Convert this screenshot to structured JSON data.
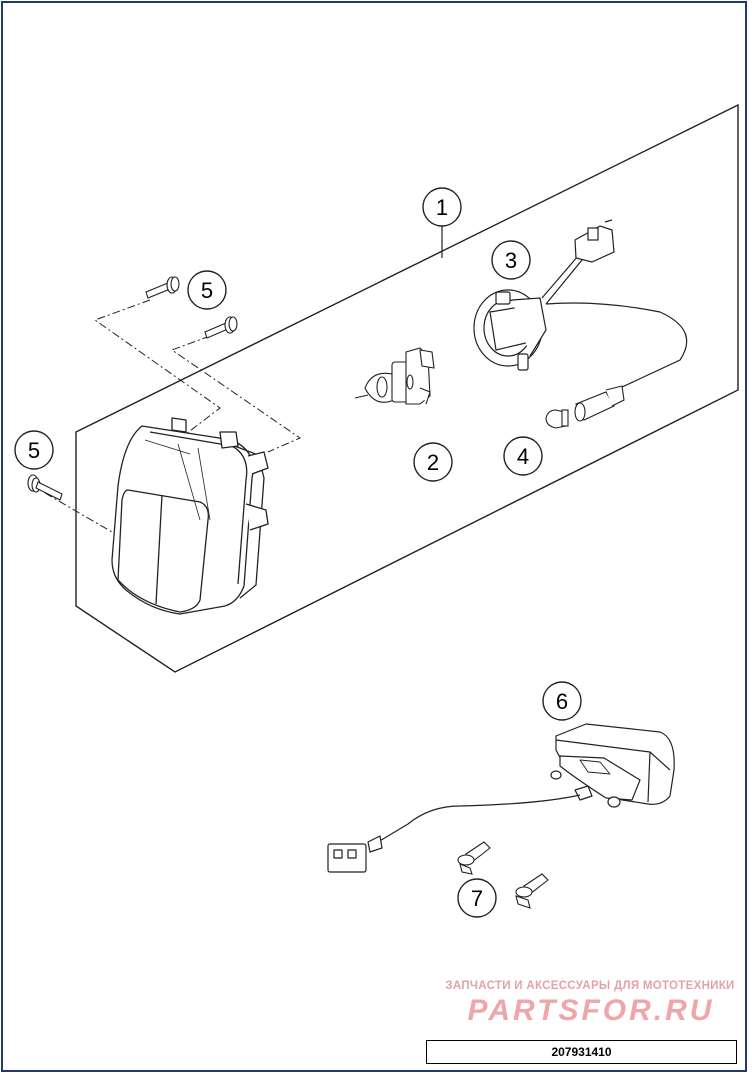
{
  "callouts": [
    {
      "id": "1",
      "label": "1"
    },
    {
      "id": "2",
      "label": "2"
    },
    {
      "id": "3",
      "label": "3"
    },
    {
      "id": "4",
      "label": "4"
    },
    {
      "id": "5a",
      "label": "5"
    },
    {
      "id": "5b",
      "label": "5"
    },
    {
      "id": "6",
      "label": "6"
    },
    {
      "id": "7",
      "label": "7"
    }
  ],
  "watermark": {
    "line1": "ЗАПЧАСТИ И АКСЕССУАРЫ ДЛЯ МОТОТЕХНИКИ",
    "line2": "PARTSFOR.RU"
  },
  "drawing_number": "207931410",
  "colors": {
    "frame": "#1f3a6b",
    "watermark": "#e8a0a4",
    "line": "#222222"
  }
}
